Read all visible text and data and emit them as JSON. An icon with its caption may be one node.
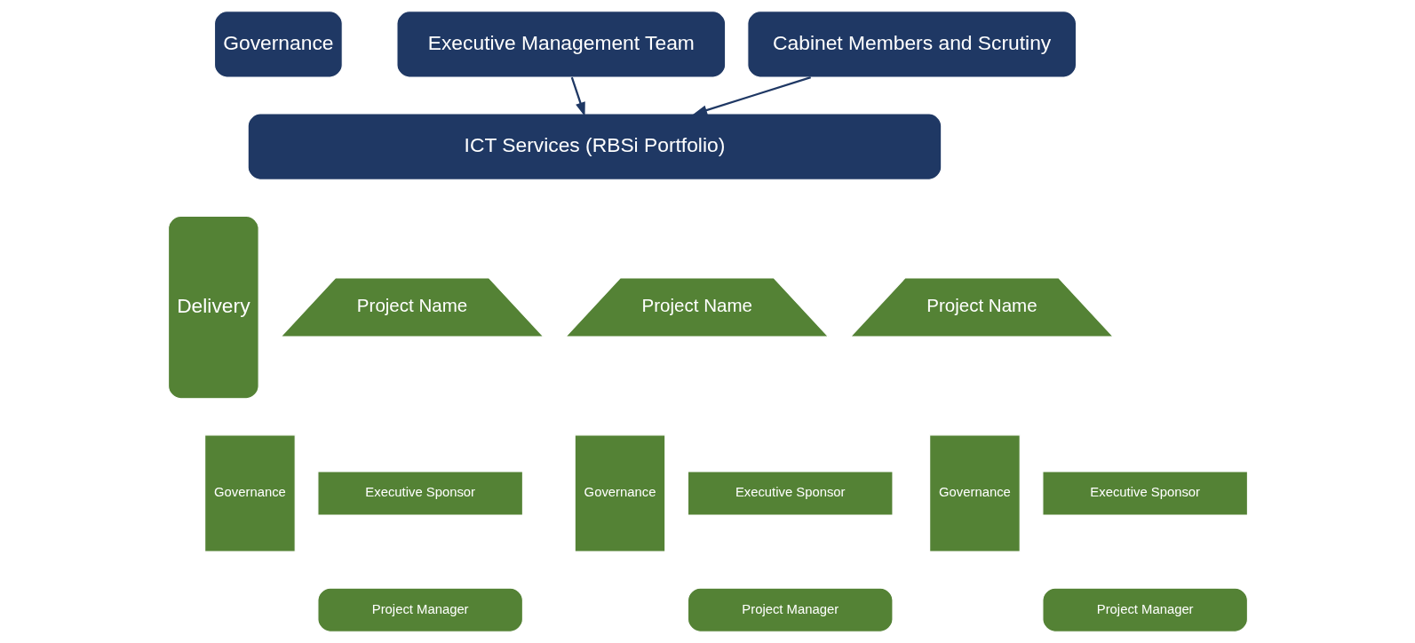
{
  "diagram": {
    "nodes": [
      {
        "text": [
          "Governance"
        ]
      },
      {
        "text": [
          "Executive Management Team"
        ]
      },
      {
        "text": [
          "Cabinet Members and Scrutiny"
        ]
      },
      {
        "text": [
          "ICT Services (RBSi Portfolio)"
        ]
      },
      {
        "text": [
          "Delivery"
        ]
      },
      {
        "text": [
          "Project Name"
        ]
      },
      {
        "text": [
          "Governance"
        ]
      },
      {
        "text": [
          "Executive Sponsor"
        ]
      },
      {
        "text": [
          "Project Manager"
        ]
      },
      {
        "text": [
          "Project Name"
        ]
      },
      {
        "text": [
          "Governance"
        ]
      },
      {
        "text": [
          "Executive Sponsor"
        ]
      },
      {
        "text": [
          "Project Manager"
        ]
      },
      {
        "text": [
          "Project Name"
        ]
      },
      {
        "text": [
          "Governance"
        ]
      },
      {
        "text": [
          "Executive Sponsor"
        ]
      },
      {
        "text": [
          "Project Manager"
        ]
      }
    ],
    "edges": [
      {
        "from": 1,
        "to": 3,
        "arrow": "to"
      },
      {
        "from": 2,
        "to": 3,
        "arrow": "to"
      }
    ]
  }
}
